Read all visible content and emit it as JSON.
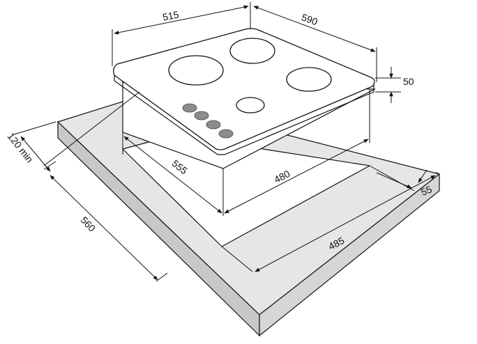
{
  "diagram": {
    "type": "installation-drawing",
    "dimensions": {
      "width_hob": "515",
      "depth_hob": "590",
      "height_hob": "50",
      "cutout_depth": "555",
      "cutout_width": "480",
      "front_margin": "55",
      "counter_depth": "560",
      "counter_width": "485",
      "side_clearance": "120 min"
    },
    "colors": {
      "line": "#111111",
      "counter_top": "#e6e6e6",
      "counter_side": "#c8c8c8",
      "knob": "#8c8c8c"
    }
  }
}
